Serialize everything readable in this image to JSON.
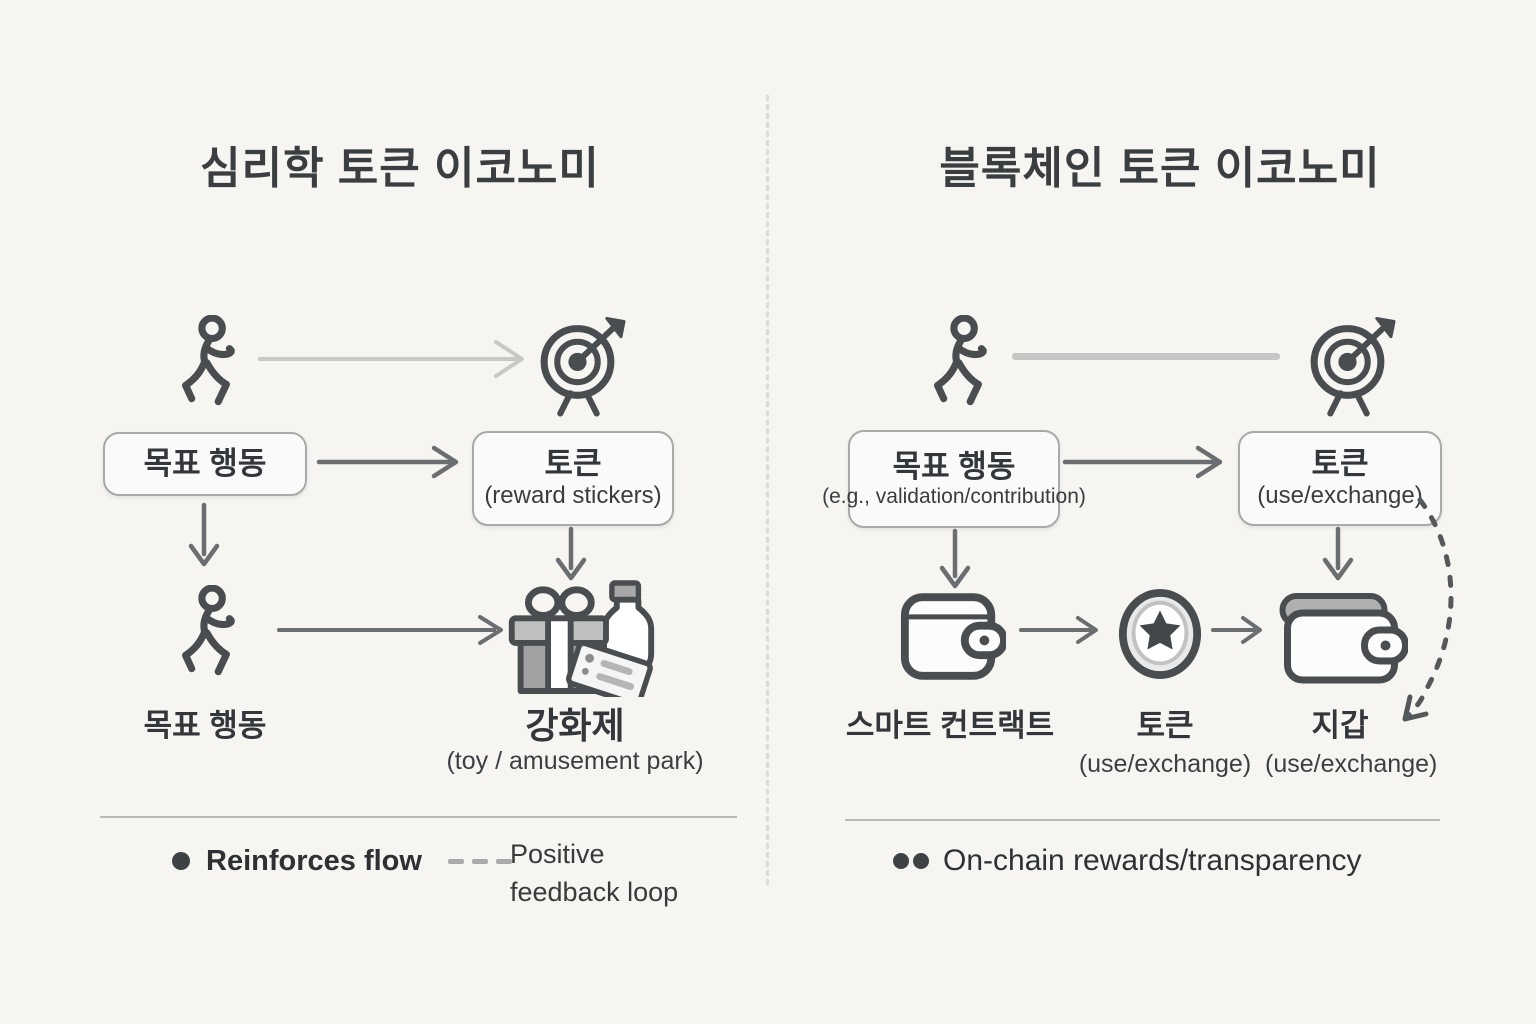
{
  "left": {
    "title": "심리학 토큰 이코노미",
    "goal_box_label": "목표 행동",
    "token_box_title": "토큰",
    "token_box_sub": "(reward stickers)",
    "actor_label": "목표 행동",
    "reinforcer_label": "강화제",
    "reinforcer_sub": "(toy / amusement park)",
    "legend_dot_label": "Reinforces flow",
    "legend_dash_line1": "Positive",
    "legend_dash_line2": "feedback loop"
  },
  "right": {
    "title": "블록체인 토큰 이코노미",
    "goal_box_label": "목표 행동",
    "goal_box_sub": "(e.g., validation/contribution)",
    "token_box_title": "토큰",
    "token_box_sub": "(use/exchange)",
    "smart_contract_label": "스마트 컨트랙트",
    "token_label": "토큰",
    "token_sub": "(use/exchange)",
    "wallet_label": "지갑",
    "wallet_sub": "(use/exchange)",
    "legend_label": "On-chain rewards/transparency"
  },
  "icons": {
    "walking-person-icon": "walking person outline",
    "target-icon": "dartboard with arrow on stand",
    "gift-rewards-icon": "gift box with bottle and ticket",
    "wallet-icon": "wallet outline with clasp",
    "coin-star-icon": "coin with star",
    "wallet-flap-icon": "wallet with shaded flap and clasp",
    "dashed-loop-arrow-icon": "dashed curved feedback arrow"
  },
  "colors": {
    "background": "#f6f5f2",
    "icon_stroke": "#4a4d50",
    "text": "#35383b",
    "box_background": "#fafafa",
    "box_border": "#a9a9a9",
    "arrow_dark": "#6b6e70",
    "arrow_light": "#c8c8c6",
    "divider_dash": "#dcdbd8",
    "separator": "#b8b8b6",
    "legend_dash": "#ababab"
  }
}
